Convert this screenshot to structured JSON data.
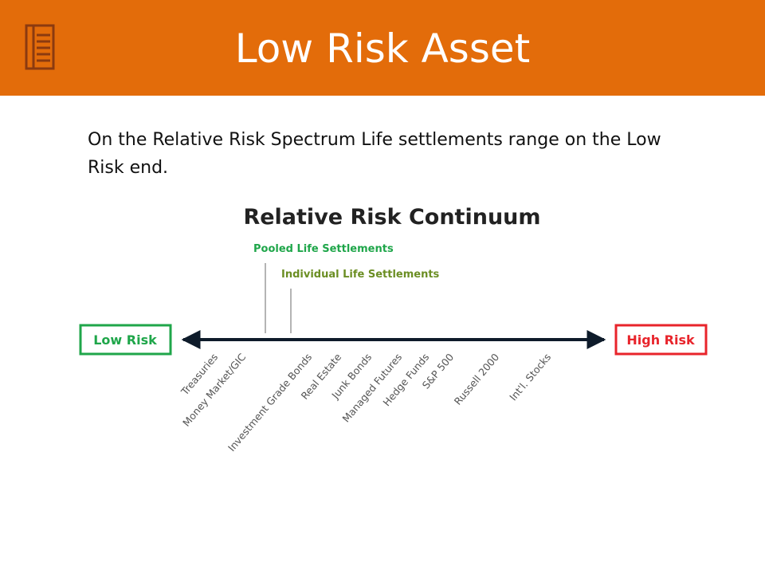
{
  "slide": {
    "title": "Low Risk Asset",
    "body_line1": "On the Relative Risk Spectrum  Life settlements range on the Low",
    "body_line2": "Risk end."
  },
  "diagram": {
    "title": "Relative Risk Continuum",
    "pooled_label": "Pooled Life Settlements",
    "individual_label": "Individual Life Settlements",
    "low_label": "Low Risk",
    "high_label": "High Risk",
    "assets": [
      "Treasuries",
      "Money Market/GIC",
      "Investment Grade Bonds",
      "Real Estate",
      "Junk Bonds",
      "Managed Futures",
      "Hedge Funds",
      "S&P 500",
      "Russell 2000",
      "Int'l. Stocks"
    ]
  },
  "colors": {
    "header": "#E36C0A",
    "low": "#1FA64A",
    "high": "#E8242B",
    "pooled": "#1FA64A",
    "individual": "#6B8E23",
    "axis": "#0E1B2A",
    "asset_text": "#555555",
    "icon": "#8B3A10"
  }
}
